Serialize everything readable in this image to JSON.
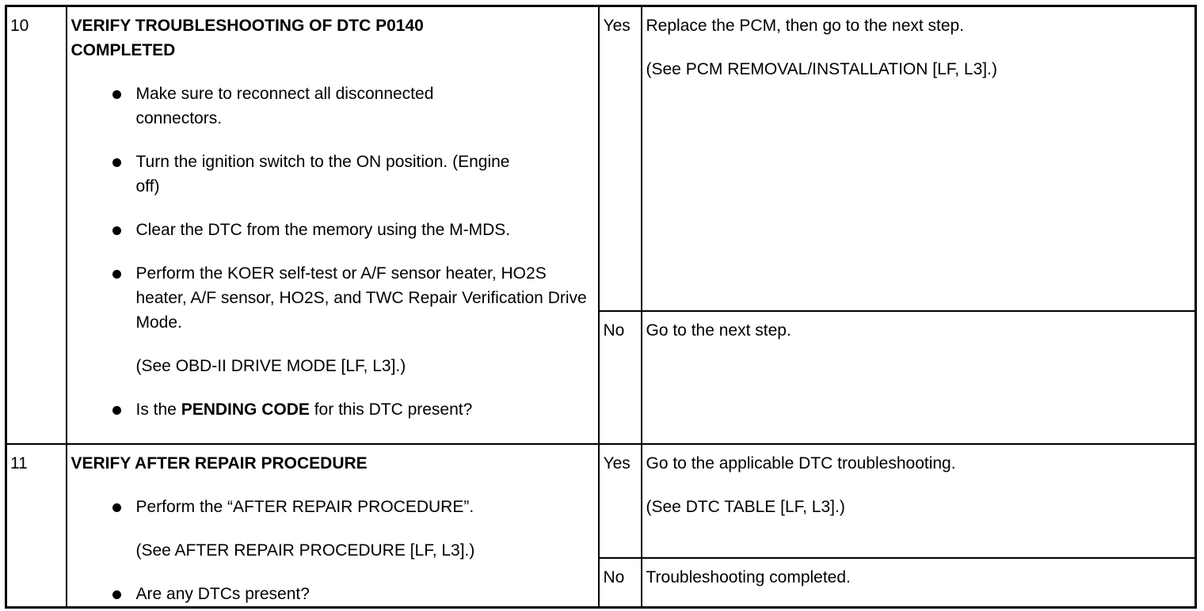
{
  "rows": [
    {
      "step": "10",
      "title": "VERIFY TROUBLESHOOTING OF DTC P0140 COMPLETED",
      "bullets": [
        "Make sure to reconnect all disconnected connectors.",
        "Turn the ignition switch to the ON position. (Engine off)",
        "Clear the DTC from the memory using the M-MDS.",
        "Perform the KOER self-test or A/F sensor heater, HO2S heater, A/F sensor, HO2S, and TWC Repair Verification Drive Mode."
      ],
      "bullet4_note": "(See OBD-II DRIVE MODE [LF, L3].)",
      "bullet5_pre": "Is the ",
      "bullet5_bold": "PENDING CODE",
      "bullet5_post": " for this DTC present?",
      "yes_label": "Yes",
      "yes_action": "Replace the PCM, then go to the next step.",
      "yes_note": "(See PCM REMOVAL/INSTALLATION [LF, L3].)",
      "no_label": "No",
      "no_action": "Go to the next step."
    },
    {
      "step": "11",
      "title": "VERIFY AFTER REPAIR PROCEDURE",
      "bullet1": "Perform the “AFTER REPAIR PROCEDURE”.",
      "bullet1_note": "(See AFTER REPAIR PROCEDURE [LF, L3].)",
      "bullet2": "Are any DTCs present?",
      "yes_label": "Yes",
      "yes_action": "Go to the applicable DTC troubleshooting.",
      "yes_note": "(See DTC TABLE [LF, L3].)",
      "no_label": "No",
      "no_action": "Troubleshooting completed."
    }
  ]
}
